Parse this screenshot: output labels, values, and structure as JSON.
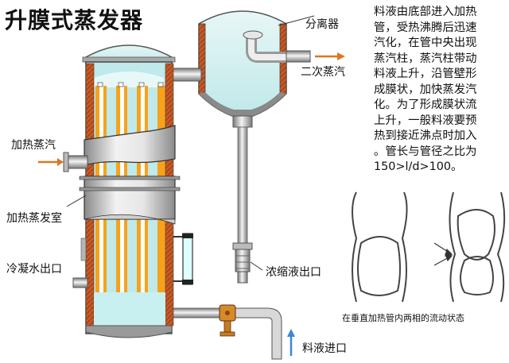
{
  "title": "升膜式蒸发器",
  "labels": {
    "separator": "分离器",
    "secondary_steam": "二次蒸汽",
    "heating_steam": "加热蒸汽",
    "heating_chamber": "加热蒸发室",
    "condensate_outlet": "冷凝水出口",
    "concentrate_outlet": "浓缩液出口",
    "feed_inlet": "料液进口"
  },
  "description_lines": [
    "料液由底部进入加热",
    "管，受热沸腾后迅速",
    "汽化，在管中央出现",
    "蒸汽柱，蒸汽柱带动",
    "料液上升，沿管壁形",
    "成膜状，加快蒸发汽",
    "化。为了形成膜状流",
    "上升，一般料液要预",
    "热到接近沸点时加入",
    "。管长与管径之比为",
    "150>l/d>100。"
  ],
  "caption": "在垂直加热管内两相的流动状态",
  "colors": {
    "tube_orange": "#f7a21b",
    "liquid_cyan": "#c8f0f0",
    "shell_gray": "#d0d0d0",
    "brick": "#c85a28",
    "arrow_orange": "#e0751f",
    "arrow_blue": "#3a86d8"
  }
}
